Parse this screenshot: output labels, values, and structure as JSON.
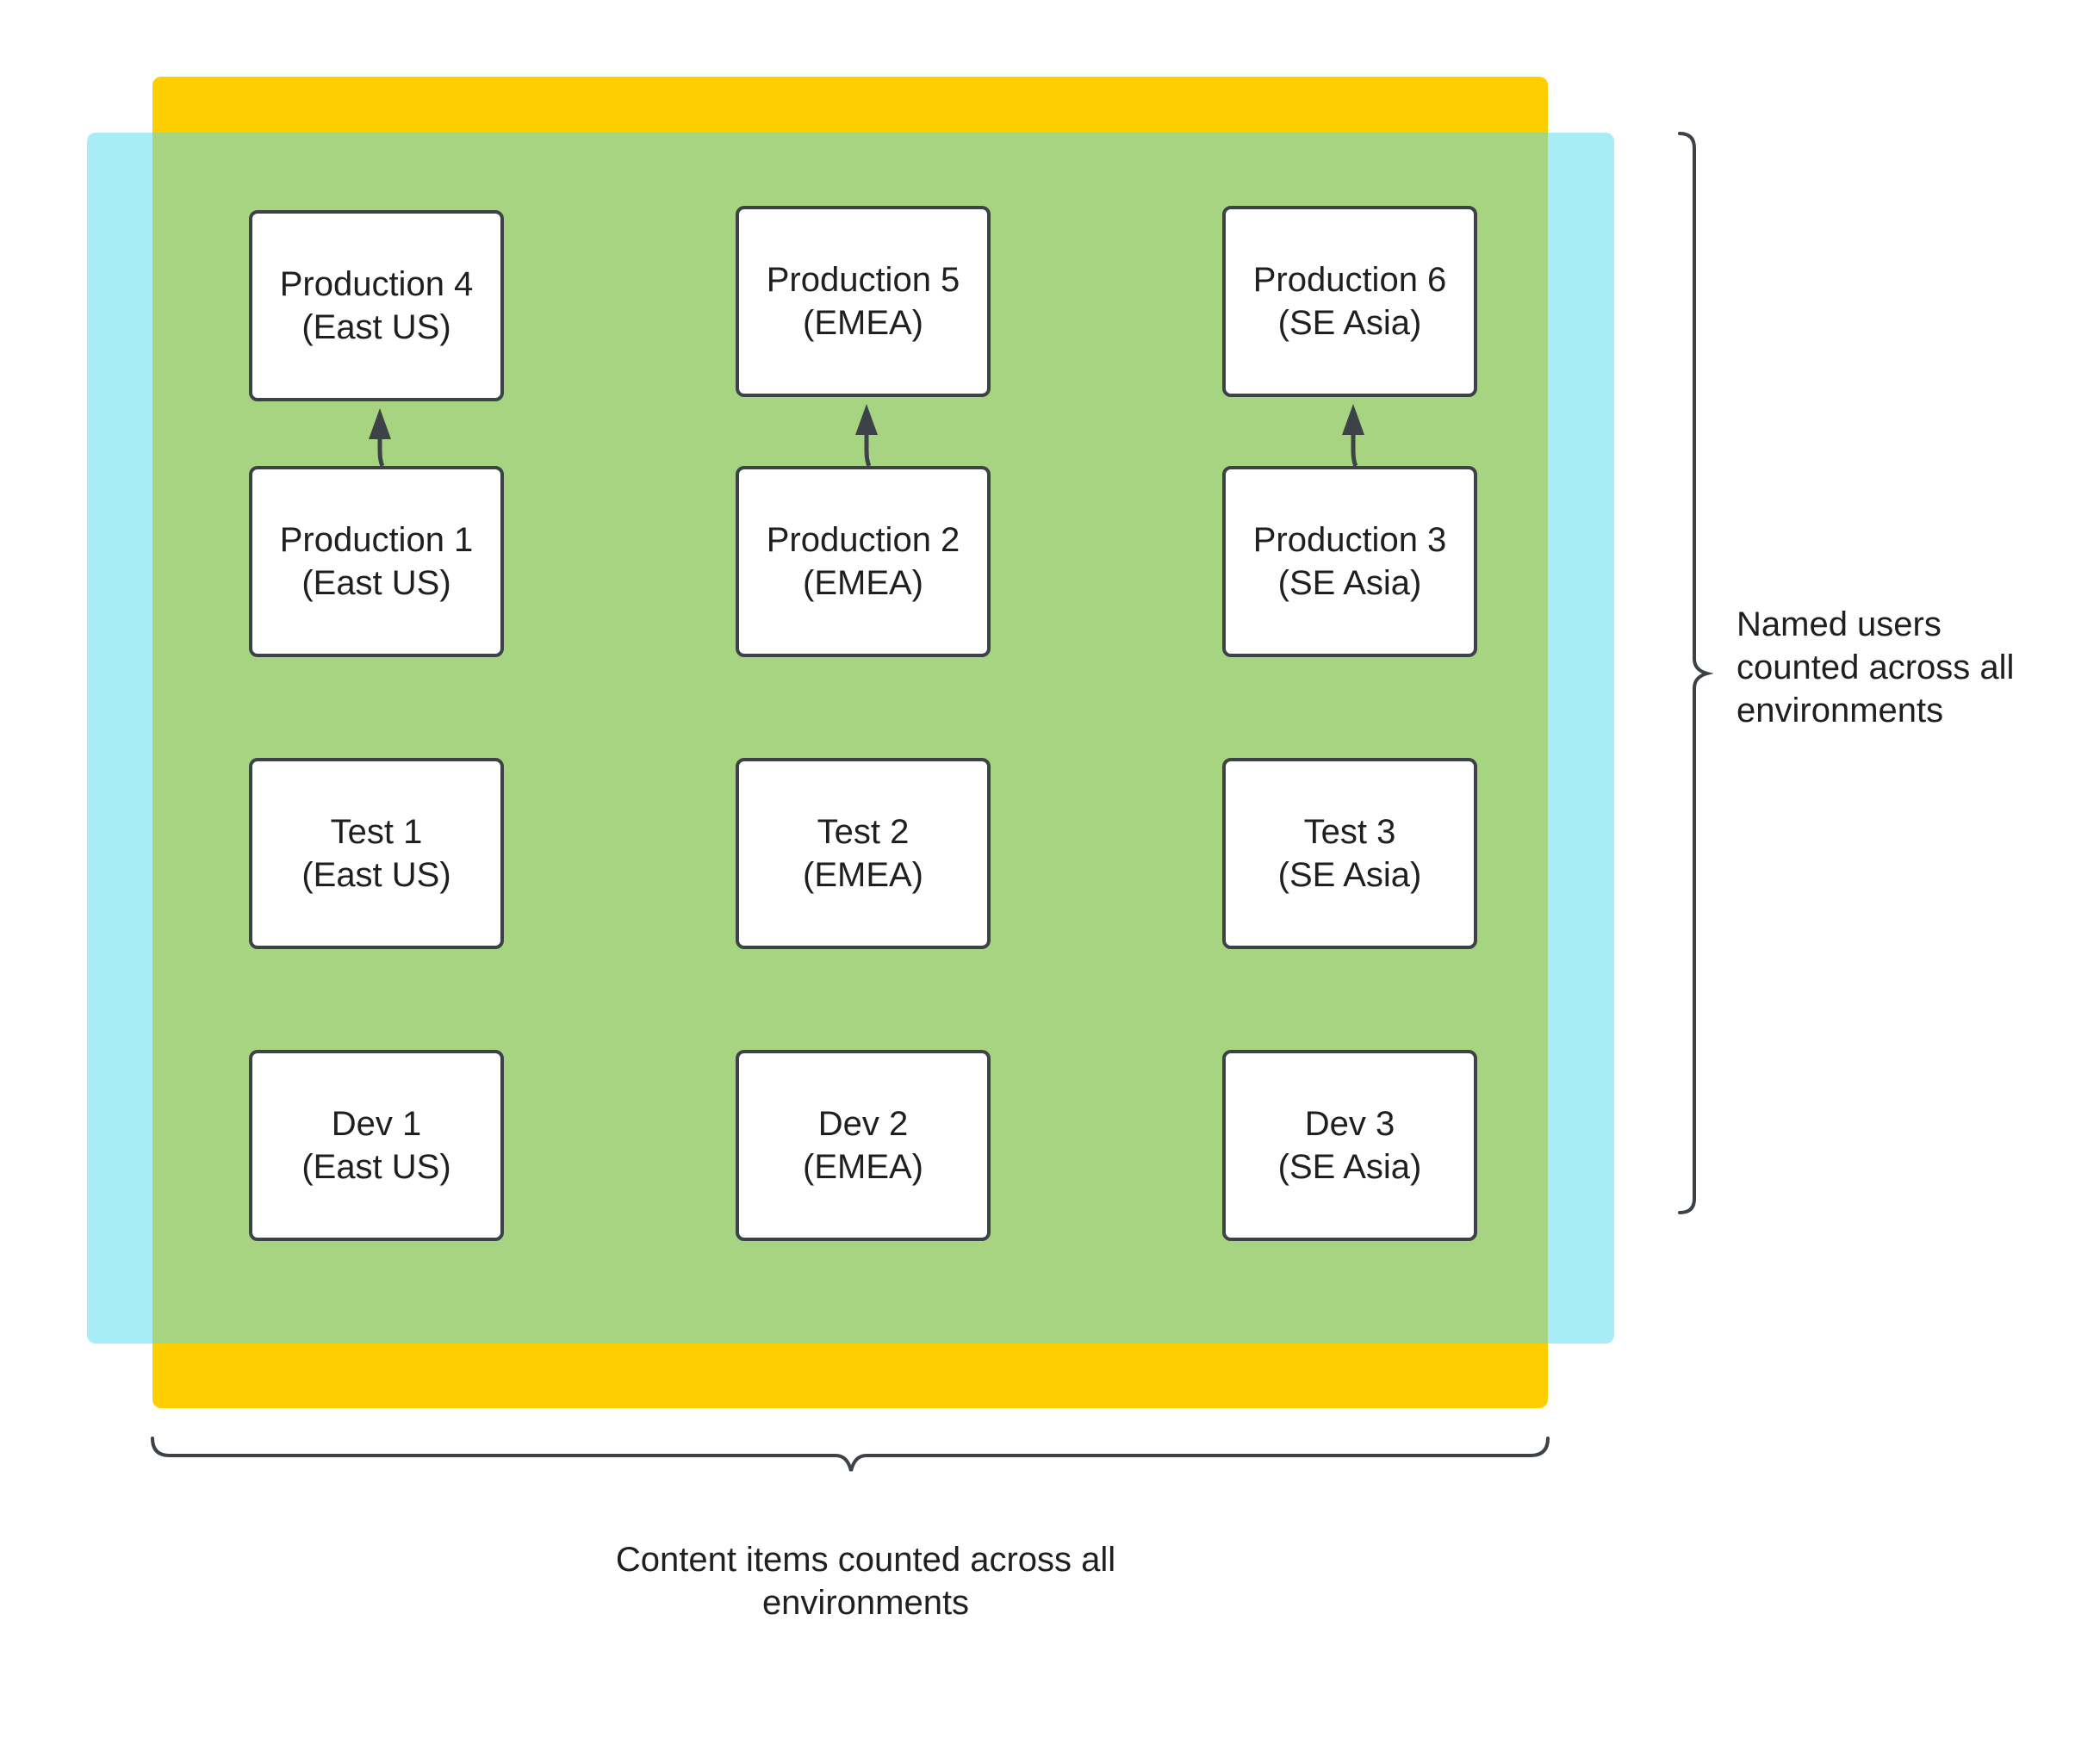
{
  "colors": {
    "content_region": "#FFCE00",
    "users_region": "#A8ECF8",
    "overlap_region": "#A7D480",
    "box_border": "#3D4248",
    "connector": "#3D4248"
  },
  "environments": [
    {
      "line1": "Production 4",
      "line2": "(East US)"
    },
    {
      "line1": "Production 5",
      "line2": "(EMEA)"
    },
    {
      "line1": "Production 6",
      "line2": "(SE Asia)"
    },
    {
      "line1": "Production 1",
      "line2": "(East US)"
    },
    {
      "line1": "Production 2",
      "line2": "(EMEA)"
    },
    {
      "line1": "Production 3",
      "line2": "(SE Asia)"
    },
    {
      "line1": "Test 1",
      "line2": "(East US)"
    },
    {
      "line1": "Test 2",
      "line2": "(EMEA)"
    },
    {
      "line1": "Test 3",
      "line2": "(SE Asia)"
    },
    {
      "line1": "Dev 1",
      "line2": "(East US)"
    },
    {
      "line1": "Dev 2",
      "line2": "(EMEA)"
    },
    {
      "line1": "Dev 3",
      "line2": "(SE Asia)"
    }
  ],
  "connections": [
    {
      "from": "Production 1",
      "to": "Production 4"
    },
    {
      "from": "Production 2",
      "to": "Production 5"
    },
    {
      "from": "Production 3",
      "to": "Production 6"
    }
  ],
  "users_label": {
    "line1": "Named users",
    "line2": "counted across all",
    "line3": "environments"
  },
  "content_label": {
    "line1": "Content items counted across all",
    "line2": "environments"
  }
}
